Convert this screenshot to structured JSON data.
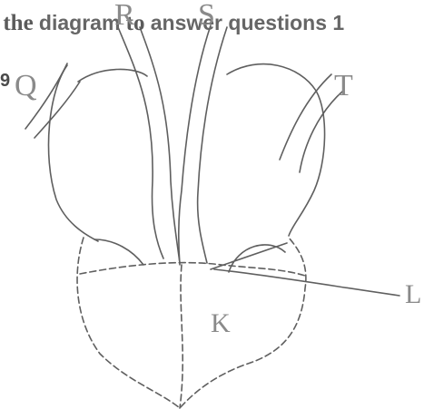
{
  "instruction": {
    "part1": "e the ",
    "part2": "diagram",
    "part3": " to ",
    "part4": "answer",
    "part5": " questions 1",
    "range_end": "9"
  },
  "labels": {
    "r": "R",
    "s": "S",
    "q": "Q",
    "t": "T",
    "l": "L",
    "k": "K"
  },
  "colors": {
    "ink": "#5f5f5f",
    "label": "#8a8a8a",
    "heading": "#5b5b5b"
  }
}
